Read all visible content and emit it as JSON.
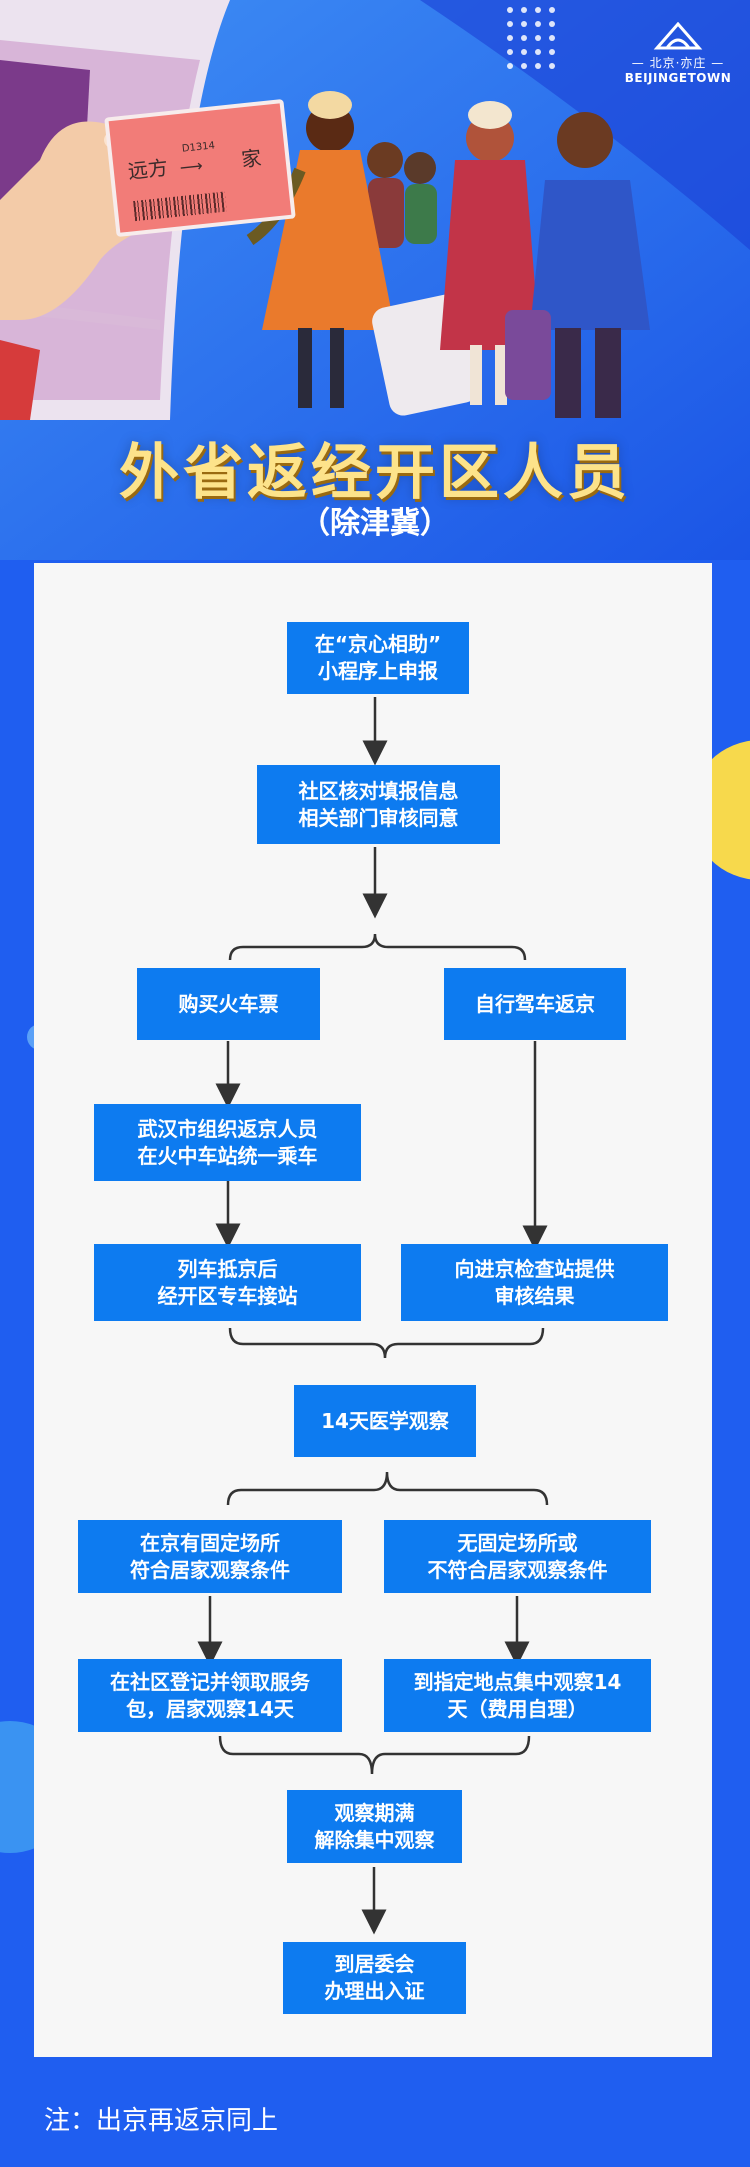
{
  "header": {
    "ticket_from": "远方",
    "ticket_train": "D1314",
    "ticket_to": "家",
    "logo_cn": "— 北京·亦庄 —",
    "logo_en": "BEIJINGETOWN",
    "title": "外省返经开区人员",
    "subtitle": "（除津冀）"
  },
  "flow": {
    "report": "在“京心相助”\n小程序上申报",
    "verify": "社区核对填报信息\n相关部门审核同意",
    "buy_ticket": "购买火车票",
    "self_drive": "自行驾车返京",
    "wuhan_org": "武汉市组织返京人员\n在火中车站统一乘车",
    "train_arrive": "列车抵京后\n经开区专车接站",
    "checkpoint": "向进京检查站提供\n审核结果",
    "observe14": "14天医学观察",
    "fixed_place": "在京有固定场所\n符合居家观察条件",
    "no_fixed": "无固定场所或\n不符合居家观察条件",
    "home_obs": "在社区登记并领取服务\n包，居家观察14天",
    "central_obs": "到指定地点集中观察14\n天（费用自理）",
    "obs_end": "观察期满\n解除集中观察",
    "pass": "到居委会\n办理出入证"
  },
  "footer": {
    "note": "注：出京再返京同上"
  },
  "colors": {
    "background": "#1f5ef0",
    "box": "#0d7bf0",
    "panel": "#f7f7f7",
    "title": "#fde38a",
    "accent_yellow": "#f7d94c"
  }
}
